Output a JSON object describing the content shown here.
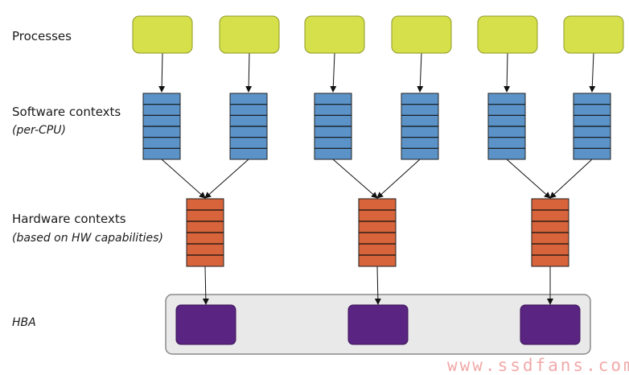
{
  "labels": {
    "processes": "Processes",
    "software": "Software contexts",
    "software_sub": "(per-CPU)",
    "hardware": "Hardware contexts",
    "hardware_sub": "(based on HW capabilities)",
    "hba": "HBA"
  },
  "watermark": "www.ssdfans.com",
  "colors": {
    "process": "#d6e04a",
    "software_queue": "#5b93c8",
    "hardware_queue": "#d7643a",
    "hba_device": "#5a2482",
    "hba_container": "#e9e9ea",
    "watermark": "#f2a9a9"
  },
  "counts": {
    "processes": 6,
    "software_contexts": 6,
    "hardware_contexts": 3,
    "hba_devices": 3
  }
}
